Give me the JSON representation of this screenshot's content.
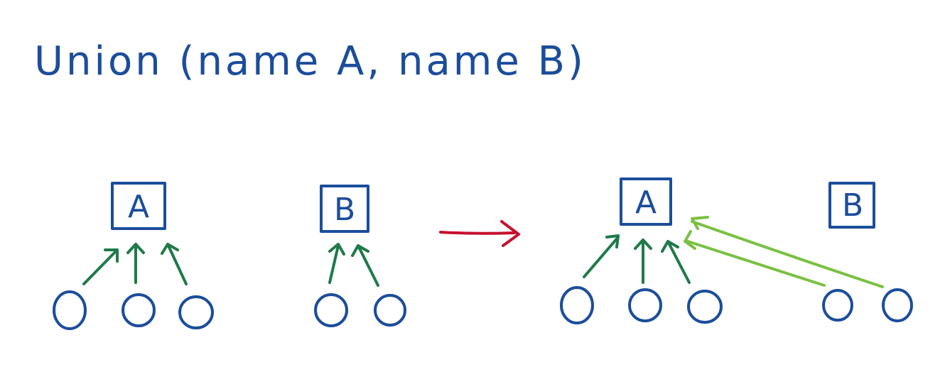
{
  "title": "Union (name A, name B)",
  "colors": {
    "ink_blue": "#1b4d9b",
    "arrow_green": "#1f7a4a",
    "arrow_light_green": "#7bc043",
    "transform_arrow_red": "#c8102e"
  },
  "before": {
    "set_a": {
      "root_label": "A",
      "children_count": 3
    },
    "set_b": {
      "root_label": "B",
      "children_count": 2
    }
  },
  "after": {
    "set_a": {
      "root_label": "A",
      "children_count": 3
    },
    "set_b": {
      "root_label": "B",
      "children_count": 2,
      "children_point_to": "A"
    }
  },
  "icons": {
    "transform": "right-arrow-icon",
    "pointer": "up-arrow-icon"
  }
}
